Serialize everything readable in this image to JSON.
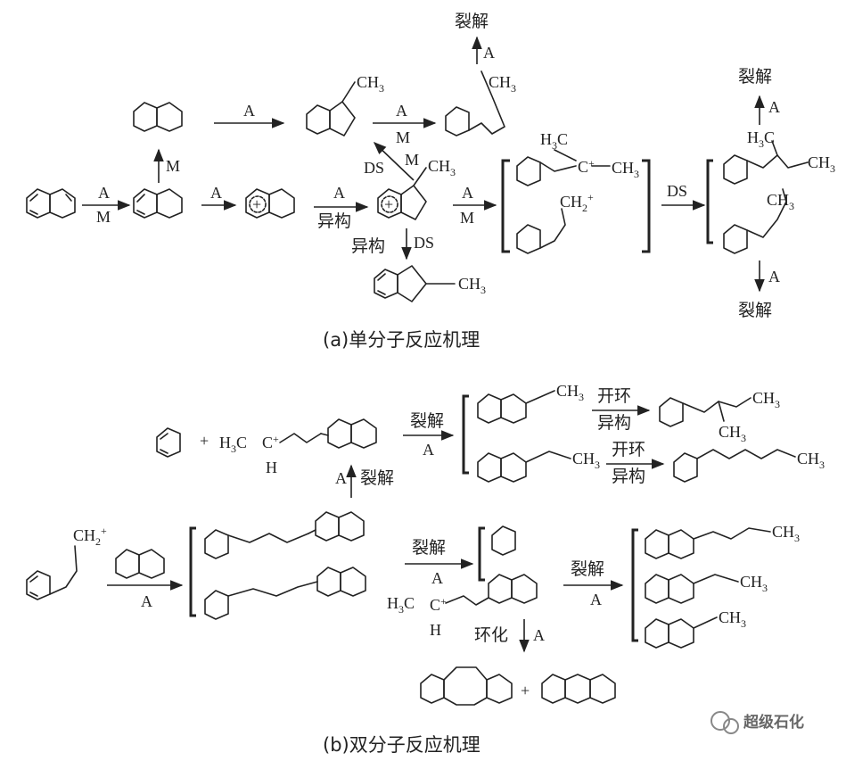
{
  "labels": {
    "A": "A",
    "M": "M",
    "DS": "DS",
    "isom": "异构",
    "crack": "裂解",
    "ringopen": "开环",
    "cyclize": "环化",
    "CH3": "CH",
    "three": "3",
    "two": "2",
    "plus": "+",
    "H3C_a": "H",
    "H3C_b": "C",
    "Cplus": "C",
    "H": "H"
  },
  "captions": {
    "a": "(a)单分子反应机理",
    "b": "(b)双分子反应机理"
  },
  "watermark": "超级石化"
}
